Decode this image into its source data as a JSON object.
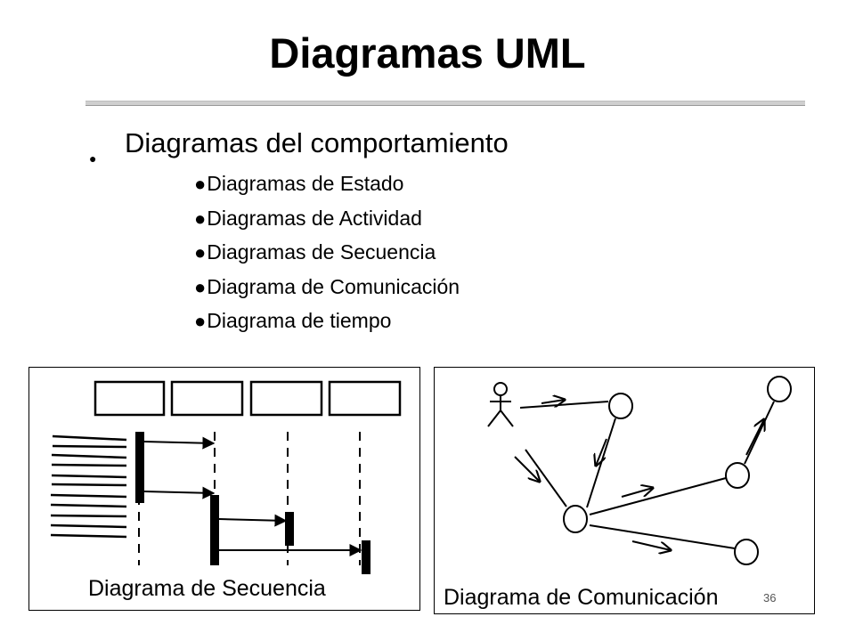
{
  "slide": {
    "title": "Diagramas UML",
    "main_item": "Diagramas del comportamiento",
    "bullet_glyph": "●",
    "sub_bullet_glyph": "●",
    "sub_items": [
      {
        "label": "Diagramas de Estado"
      },
      {
        "label": "Diagramas de Actividad"
      },
      {
        "label": "Diagramas de Secuencia"
      },
      {
        "label": "Diagrama de Comunicación"
      },
      {
        "label": "Diagrama de tiempo"
      }
    ],
    "sequence_panel": {
      "caption": "Diagrama de Secuencia"
    },
    "communication_panel": {
      "caption": "Diagrama de Comunicación"
    },
    "page_number": "36"
  },
  "colors": {
    "text": "#000000",
    "rule": "#cfcfcf",
    "background": "#ffffff"
  }
}
